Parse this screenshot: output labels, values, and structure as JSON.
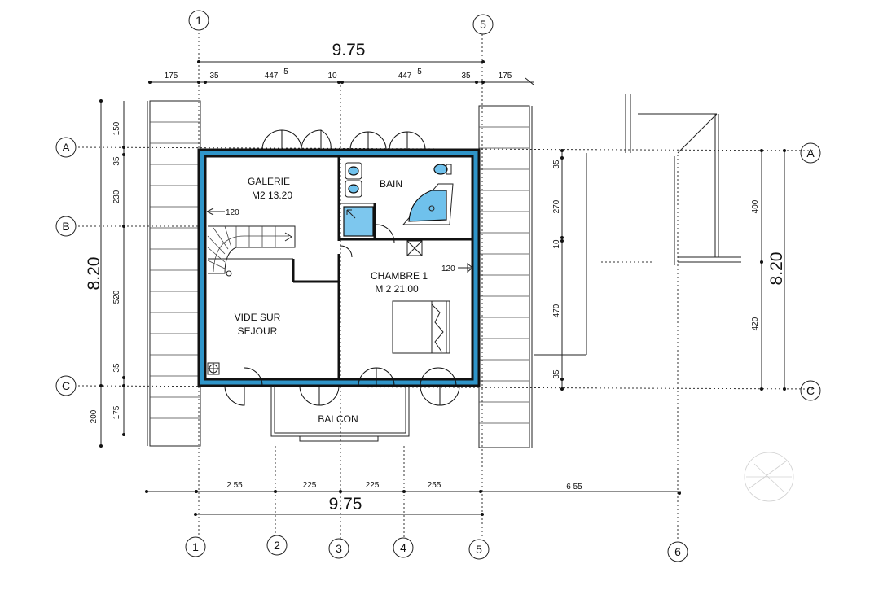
{
  "plan": {
    "dimensions": {
      "overall_width": "9.75",
      "overall_width_bottom": "9.75",
      "overall_depth_left": "8.20",
      "overall_depth_right": "8.20",
      "top_chain": [
        "175",
        "35",
        "447",
        "5",
        "10",
        "447",
        "5",
        "35",
        "175"
      ],
      "bottom_chain": [
        "2 55",
        "225",
        "225",
        "255",
        "6 55"
      ],
      "left_chain": [
        "150",
        "35",
        "230",
        "520",
        "35",
        "175",
        "200"
      ],
      "right_chain": [
        "35",
        "270",
        "10",
        "470",
        "35"
      ],
      "far_right_chain": [
        "400",
        "420"
      ]
    },
    "axes": {
      "top": [
        "1",
        "5"
      ],
      "bottom": [
        "1",
        "2",
        "3",
        "4",
        "5",
        "6"
      ],
      "left": [
        "A",
        "B",
        "C"
      ],
      "right": [
        "A",
        "C"
      ]
    },
    "rooms": {
      "galerie_name": "GALERIE",
      "galerie_area": "M2   13.20",
      "bain_name": "BAIN",
      "chambre_name": "CHAMBRE  1",
      "chambre_area": "M 2   21.00",
      "vide_line1": "VIDE SUR",
      "vide_line2": "SEJOUR",
      "balcon_name": "BALCON"
    },
    "annotations": {
      "height_left": "120",
      "height_right": "120"
    },
    "colors": {
      "wall_blue": "#2f95c9",
      "fixture_blue": "#6fc1ec"
    }
  }
}
